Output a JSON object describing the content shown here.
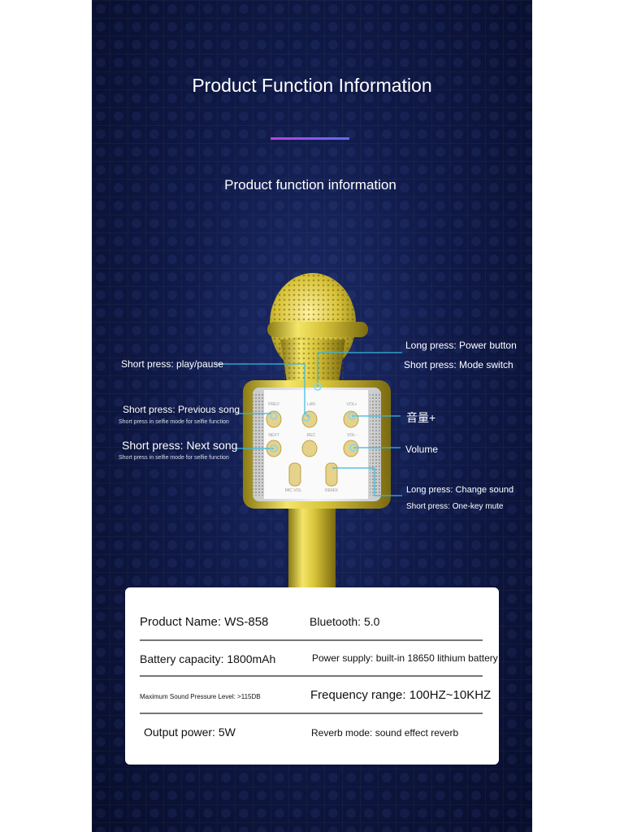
{
  "heading": "Product Function Information",
  "subheading": "Product function information",
  "microphone": {
    "button_labels": [
      "PREV",
      "LAN",
      "VOL+",
      "NEXT",
      "REC",
      "VOL-",
      "MIC VOL",
      "REMIX"
    ]
  },
  "annotations": {
    "play_pause": "Short press: play/pause",
    "power": "Long press: Power button",
    "mode": "Short press: Mode switch",
    "prev_main": "Short press: Previous song",
    "prev_sub": "Short press in selfie mode for selfie function",
    "next_main": "Short press: Next song",
    "next_sub": "Short press in selfie mode for selfie function",
    "vol_plus": "音量+",
    "volume": "Volume",
    "change_sound": "Long press: Change sound",
    "mute": "Short press: One-key mute"
  },
  "specs": {
    "r1c1": "Product Name: WS-858",
    "r1c2": "Bluetooth: 5.0",
    "r2c1": "Battery capacity: 1800mAh",
    "r2c2": "Power supply: built-in 18650 lithium battery",
    "r3c1": "Maximum Sound Pressure Level: >115DB",
    "r3c2": "Frequency range: 100HZ~10KHZ",
    "r4c1": "Output power: 5W",
    "r4c2": "Reverb mode: sound effect reverb"
  },
  "colors": {
    "background": "#0d1640",
    "gold": "#d8c43a",
    "callout_line": "#38b8e0",
    "card": "#ffffff"
  }
}
